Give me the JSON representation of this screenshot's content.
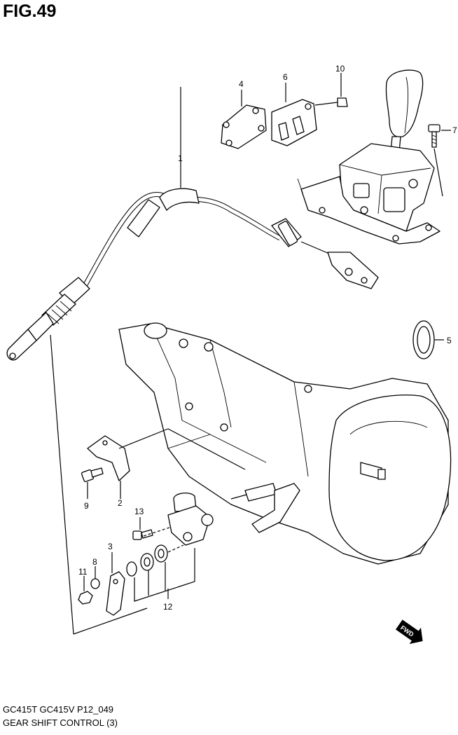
{
  "figure": {
    "title": "FIG.49",
    "model_code": "GC415T GC415V P12_049",
    "name": "GEAR SHIFT CONTROL (3)"
  },
  "callouts": [
    "1",
    "2",
    "3",
    "4",
    "5",
    "6",
    "7",
    "8",
    "9",
    "10",
    "11",
    "12",
    "13"
  ],
  "direction_badge": "FWD",
  "colors": {
    "line": "#000000",
    "background": "#ffffff"
  }
}
